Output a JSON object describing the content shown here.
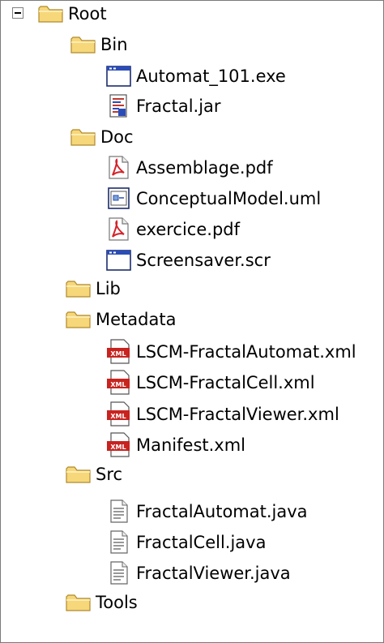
{
  "tree": {
    "root": {
      "label": "Root",
      "icon": "folder-icon",
      "expanded": true
    },
    "items": [
      {
        "label": "Bin",
        "icon": "folder-icon"
      },
      {
        "label": "Automat_101.exe",
        "icon": "application-window-icon"
      },
      {
        "label": "Fractal.jar",
        "icon": "java-archive-icon"
      },
      {
        "label": "Doc",
        "icon": "folder-icon"
      },
      {
        "label": "Assemblage.pdf",
        "icon": "pdf-icon"
      },
      {
        "label": "ConceptualModel.uml",
        "icon": "uml-document-icon"
      },
      {
        "label": "exercice.pdf",
        "icon": "pdf-icon"
      },
      {
        "label": "Screensaver.scr",
        "icon": "application-window-icon"
      },
      {
        "label": "Lib",
        "icon": "folder-icon"
      },
      {
        "label": "Metadata",
        "icon": "folder-icon"
      },
      {
        "label": "LSCM-FractalAutomat.xml",
        "icon": "xml-icon"
      },
      {
        "label": "LSCM-FractalCell.xml",
        "icon": "xml-icon"
      },
      {
        "label": "LSCM-FractalViewer.xml",
        "icon": "xml-icon"
      },
      {
        "label": "Manifest.xml",
        "icon": "xml-icon"
      },
      {
        "label": "Src",
        "icon": "folder-icon"
      },
      {
        "label": "FractalAutomat.java",
        "icon": "text-document-icon"
      },
      {
        "label": "FractalCell.java",
        "icon": "text-document-icon"
      },
      {
        "label": "FractalViewer.java",
        "icon": "text-document-icon"
      },
      {
        "label": "Tools",
        "icon": "folder-icon"
      }
    ]
  }
}
